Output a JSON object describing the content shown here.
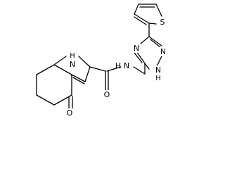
{
  "diagram": {
    "type": "chemical-structure",
    "atoms": {
      "O_ketone": "O",
      "N_indole": "N",
      "H_indole": "H",
      "O_amide": "O",
      "N_amide": "N",
      "H_amide": "H",
      "N_triazole_top": "N",
      "N_triazole_right1": "N",
      "N_triazole_right2": "N",
      "H_triazole": "H",
      "S_thiophene": "S"
    },
    "colors": {
      "bond": "#000000",
      "label": "#000000",
      "background": "#ffffff"
    }
  }
}
